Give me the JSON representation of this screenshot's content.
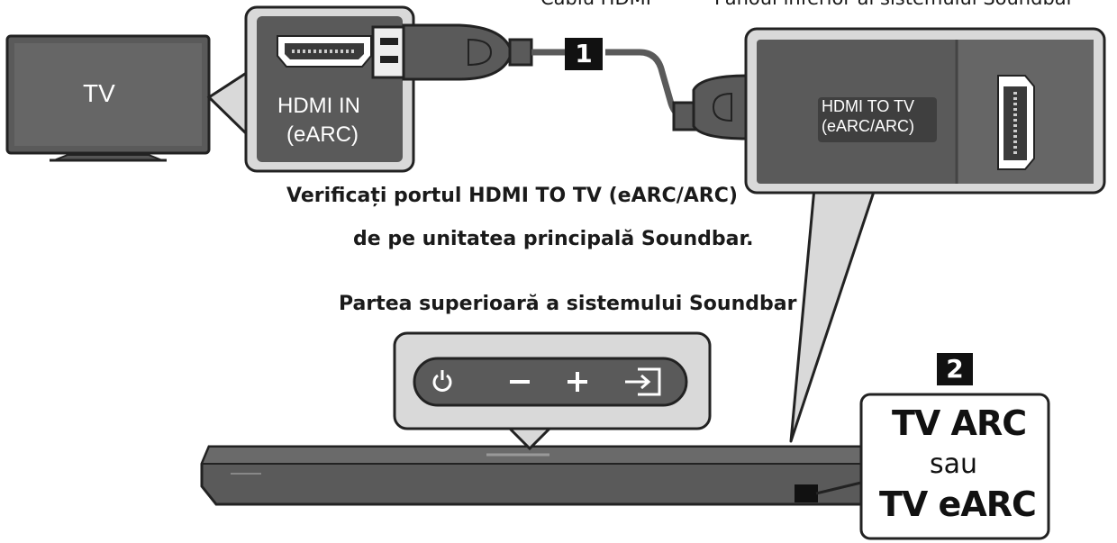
{
  "labels": {
    "cable": "Cablu HDMI",
    "bottom_panel": "Panoul inferior al sistemului Soundbar",
    "tv": "TV",
    "hdmi_in_line1": "HDMI IN",
    "hdmi_in_line2": "(eARC)",
    "hdmi_to_tv_line1": "HDMI TO TV",
    "hdmi_to_tv_line2": "(eARC/ARC)",
    "check_line1": "Verificați portul HDMI TO TV (eARC/ARC)",
    "check_line2": "de pe unitatea principală Soundbar.",
    "top_of_soundbar": "Partea superioară a sistemului Soundbar",
    "arc_line1": "TV ARC",
    "arc_line2": "sau",
    "arc_line3": "TV eARC"
  },
  "steps": {
    "one": "1",
    "two": "2"
  },
  "colors": {
    "dark_gray": "#5a5a5a",
    "light_gray": "#d9d9d9",
    "badge": "#111111"
  }
}
